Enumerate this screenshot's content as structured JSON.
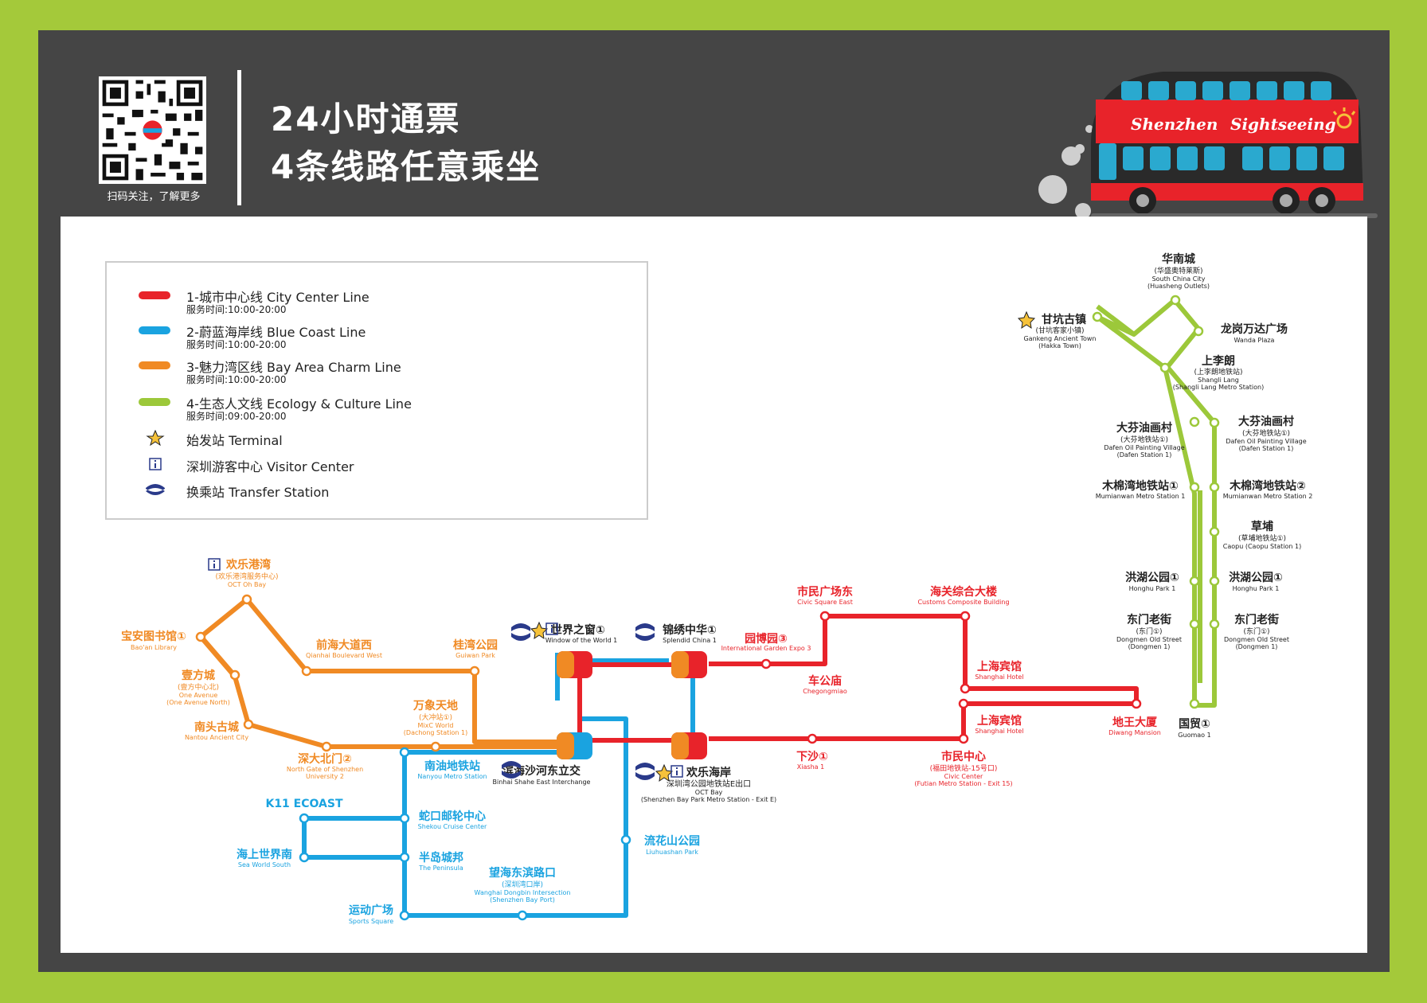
{
  "header": {
    "qr_caption": "扫码关注，了解更多",
    "title_line1": "24小时通票",
    "title_line2": "4条线路任意乘坐",
    "bus_text_1": "Shenzhen",
    "bus_text_2": "Sightseeing"
  },
  "colors": {
    "red": "#e8232a",
    "blue": "#1aa3e0",
    "orange": "#f08a24",
    "green": "#9cc83a",
    "frame": "#454545",
    "border": "#a4c93a"
  },
  "legend": {
    "lines": [
      {
        "name": "1-城市中心线  City Center Line",
        "hours": "服务时间:10:00-20:00",
        "color": "#e8232a"
      },
      {
        "name": "2-蔚蓝海岸线  Blue Coast Line",
        "hours": "服务时间:10:00-20:00",
        "color": "#1aa3e0"
      },
      {
        "name": "3-魅力湾区线  Bay Area Charm Line",
        "hours": "服务时间:10:00-20:00",
        "color": "#f08a24"
      },
      {
        "name": "4-生态人文线  Ecology & Culture Line",
        "hours": "服务时间:09:00-20:00",
        "color": "#9cc83a"
      }
    ],
    "symbols": [
      {
        "icon": "star-icon",
        "label": "始发站  Terminal"
      },
      {
        "icon": "info-icon",
        "label": "深圳游客中心  Visitor Center"
      },
      {
        "icon": "transfer-icon",
        "label": "换乘站  Transfer Station"
      }
    ]
  },
  "stations": {
    "south_china_city": {
      "zh": "华南城",
      "sub": "(华盛奥特莱斯)",
      "en": "South China City",
      "en2": "(Huasheng Outlets)"
    },
    "gankeng": {
      "zh": "甘坑古镇",
      "sub": "(甘坑客家小镇)",
      "en": "Gankeng Ancient Town",
      "en2": "(Hakka Town)"
    },
    "wanda": {
      "zh": "龙岗万达广场",
      "en": "Wanda Plaza"
    },
    "shanglilang": {
      "zh": "上李朗",
      "sub": "(上李朗地铁站)",
      "en": "Shangli Lang",
      "en2": "(Shangli Lang Metro Station)"
    },
    "dafen_w": {
      "zh": "大芬油画村",
      "sub": "(大芬地铁站①)",
      "en": "Dafen Oil Painting Village",
      "en2": "(Dafen Station 1)"
    },
    "dafen_e": {
      "zh": "大芬油画村",
      "sub": "(大芬地铁站①)",
      "en": "Dafen Oil Painting Village",
      "en2": "(Dafen Station 1)"
    },
    "mumianwan_w": {
      "zh": "木棉湾地铁站①",
      "en": "Mumianwan Metro Station 1"
    },
    "mumianwan_e": {
      "zh": "木棉湾地铁站②",
      "en": "Mumianwan Metro Station 2"
    },
    "caopu": {
      "zh": "草埔",
      "sub": "(草埔地铁站①)",
      "en": "Caopu (Caopu Station 1)"
    },
    "honghu_w": {
      "zh": "洪湖公园①",
      "en": "Honghu Park 1"
    },
    "honghu_e": {
      "zh": "洪湖公园①",
      "en": "Honghu Park 1"
    },
    "dongmen_w": {
      "zh": "东门老街",
      "sub": "(东门①)",
      "en": "Dongmen Old Street",
      "en2": "(Dongmen 1)"
    },
    "dongmen_e": {
      "zh": "东门老街",
      "sub": "(东门①)",
      "en": "Dongmen Old Street",
      "en2": "(Dongmen 1)"
    },
    "guomao": {
      "zh": "国贸①",
      "en": "Guomao 1"
    },
    "oct_oh_bay": {
      "zh": "欢乐港湾",
      "sub": "(欢乐港湾服务中心)",
      "en": "OCT Oh Bay"
    },
    "baoan_library": {
      "zh": "宝安图书馆①",
      "en": "Bao'an Library"
    },
    "one_avenue": {
      "zh": "壹方城",
      "sub": "(壹方中心北)",
      "en": "One Avenue",
      "en2": "(One Avenue North)"
    },
    "nantou": {
      "zh": "南头古城",
      "en": "Nantou Ancient City"
    },
    "qianhai": {
      "zh": "前海大道西",
      "en": "Qianhai Boulevard West"
    },
    "guiwan": {
      "zh": "桂湾公园",
      "en": "Guiwan Park"
    },
    "mixc": {
      "zh": "万象天地",
      "sub": "(大冲站①)",
      "en": "MixC World",
      "en2": "(Dachong Station 1)"
    },
    "szu_north": {
      "zh": "深大北门②",
      "en": "North Gate of Shenzhen",
      "en2": "University 2"
    },
    "window_world": {
      "zh": "世界之窗①",
      "en": "Window of the World 1"
    },
    "splendid_china": {
      "zh": "锦绣中华①",
      "en": "Splendid China 1"
    },
    "garden_expo": {
      "zh": "园博园③",
      "en": "International Garden Expo 3"
    },
    "civic_square_east": {
      "zh": "市民广场东",
      "en": "Civic Square East"
    },
    "customs": {
      "zh": "海关综合大楼",
      "en": "Customs Composite Building"
    },
    "shanghai_hotel_n": {
      "zh": "上海宾馆",
      "en": "Shanghai Hotel"
    },
    "shanghai_hotel_s": {
      "zh": "上海宾馆",
      "en": "Shanghai Hotel"
    },
    "chegongmiao": {
      "zh": "车公庙",
      "en": "Chegongmiao"
    },
    "diwang": {
      "zh": "地王大厦",
      "en": "Diwang Mansion"
    },
    "xiasha": {
      "zh": "下沙①",
      "en": "Xiasha 1"
    },
    "civic_center": {
      "zh": "市民中心",
      "sub": "(福田地铁站-15号口)",
      "en": "Civic Center",
      "en2": "(Futian Metro Station - Exit 15)"
    },
    "nanyou": {
      "zh": "南油地铁站",
      "en": "Nanyou Metro Station"
    },
    "binhai": {
      "zh": "滨海沙河东立交",
      "en": "Binhai Shahe East Interchange"
    },
    "oct_bay": {
      "zh": "欢乐海岸",
      "sub": "深圳湾公园地铁站E出口",
      "en": "OCT Bay",
      "en2": "(Shenzhen Bay Park Metro Station - Exit E)"
    },
    "k11": {
      "zh": "K11 ECOAST"
    },
    "shekou": {
      "zh": "蛇口邮轮中心",
      "en": "Shekou Cruise Center"
    },
    "sea_world": {
      "zh": "海上世界南",
      "en": "Sea World South"
    },
    "peninsula": {
      "zh": "半岛城邦",
      "en": "The Peninsula"
    },
    "wanghai": {
      "zh": "望海东滨路口",
      "sub": "(深圳湾口岸)",
      "en": "Wanghai Dongbin Intersection",
      "en2": "(Shenzhen Bay Port)"
    },
    "liuhuashan": {
      "zh": "流花山公园",
      "en": "Liuhuashan Park"
    },
    "sports_square": {
      "zh": "运动广场",
      "en": "Sports Square"
    }
  }
}
